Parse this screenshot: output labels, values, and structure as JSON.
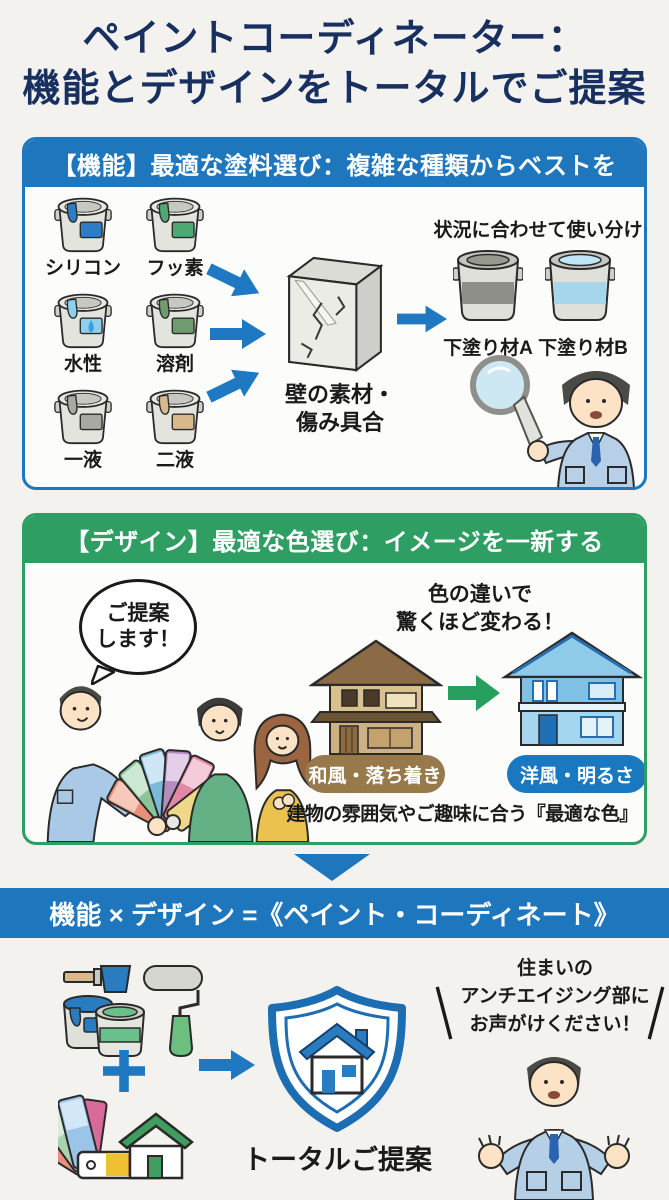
{
  "title": {
    "line1": "ペイントコーディネーター：",
    "line2": "機能とデザインをトータルでご提案"
  },
  "section_function": {
    "header": "【機能】最適な塗料選び：複雑な種類からベストを",
    "paint_types": [
      {
        "label": "シリコン",
        "paint": "#2e7cc4",
        "drop": "none"
      },
      {
        "label": "フッ素",
        "paint": "#4da872",
        "drop": "none"
      },
      {
        "label": "水性",
        "paint": "#8ecfee",
        "drop": "#3f9fd8"
      },
      {
        "label": "溶剤",
        "paint": "#6f9b6e",
        "drop": "none"
      },
      {
        "label": "一液",
        "paint": "#a9a9a3",
        "drop": "none"
      },
      {
        "label": "二液",
        "paint": "#d9b98c",
        "drop": "none"
      }
    ],
    "wall_caption_line1": "壁の素材・",
    "wall_caption_line2": "傷み具合",
    "situational_note": "状況に合わせて使い分け",
    "primer_a_label": "下塗り材A",
    "primer_b_label": "下塗り材B"
  },
  "section_design": {
    "header": "【デザイン】最適な色選び：イメージを一新する",
    "speech_line1": "ご提案",
    "speech_line2": "します！",
    "change_line1": "色の違いで",
    "change_line2": "驚くほど変わる！",
    "before_tag": "和風・落ち着き",
    "after_tag": "洋風・明るさ",
    "conclusion": "建物の雰囲気やご趣味に合う『最適な色』"
  },
  "banner": {
    "formula": "機能 × デザイン =《ペイント・コーディネート》"
  },
  "section_total": {
    "result_label": "トータルご提案",
    "callout_line1": "住まいの",
    "callout_line2": "アンチエイジング部に",
    "callout_line3": "お声がけください！"
  },
  "colors": {
    "accent_blue": "#1e76bd",
    "accent_green": "#2f9e63",
    "title_navy": "#17305f",
    "tag_brown": "#97794b",
    "tag_blue": "#1a78c0"
  }
}
